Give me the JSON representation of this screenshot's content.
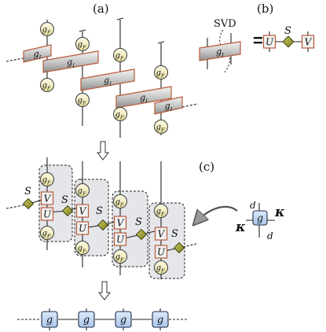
{
  "panels": {
    "a": "(a)",
    "b": "(b)",
    "c": "(c)"
  },
  "labels": {
    "gate": "g",
    "gate_sub": "I",
    "node": "g",
    "node_sub": "F",
    "svd": "SVD",
    "equals": "=",
    "u": "U",
    "v": "V",
    "s": "S",
    "site": "g",
    "kappa": "κ",
    "d": "d"
  },
  "colors": {
    "gate_fill_light": "#eeeeee",
    "gate_fill_dark": "#9a9a9a",
    "gate_stroke": "#b85a3a",
    "node_fill": "#f7f3c6",
    "node_stroke": "#3a3a3a",
    "diamond_fill": "#a7a83a",
    "uv_fill": "#f2f2f2",
    "uv_stroke": "#b85a3a",
    "site_fill": "#c7dcf4",
    "site_stroke": "#1d2d44",
    "group_fill": "#e4e6ea"
  }
}
